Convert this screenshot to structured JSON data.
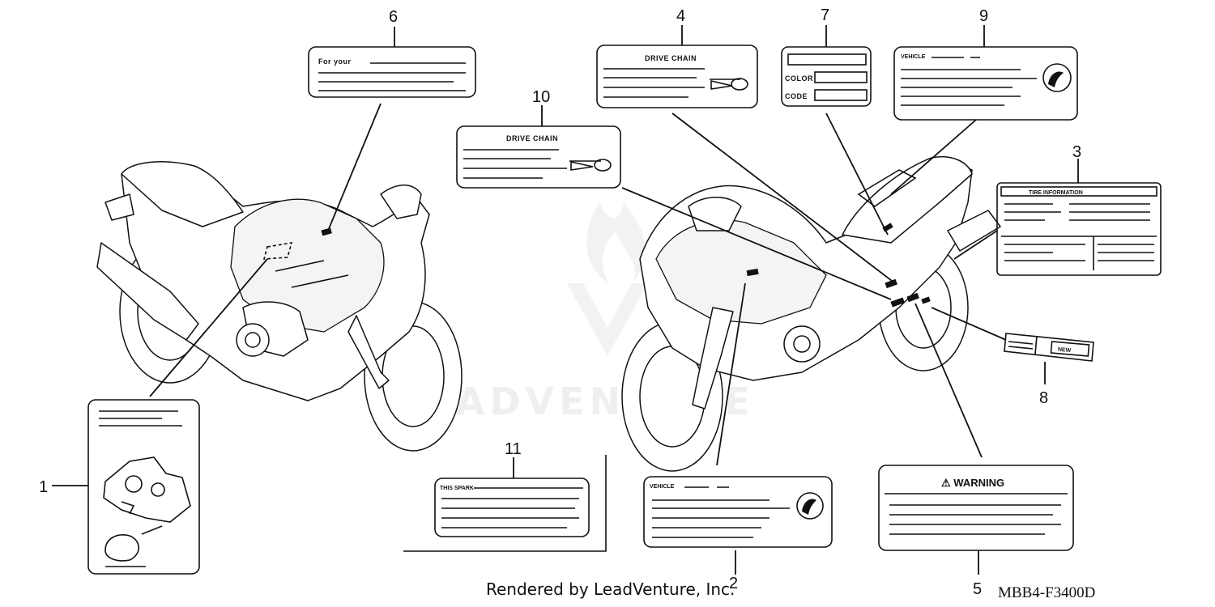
{
  "callouts": [
    "1",
    "2",
    "3",
    "4",
    "5",
    "6",
    "7",
    "8",
    "9",
    "10",
    "11"
  ],
  "labels": {
    "for_your": "For your",
    "drive_chain_4": "DRIVE CHAIN",
    "drive_chain_10": "DRIVE CHAIN",
    "color": "COLOR",
    "code": "CODE",
    "vehicle_9": "VEHICLE",
    "vehicle_2": "VEHICLE",
    "tire_information": "TIRE INFORMATION",
    "warning": "⚠ WARNING",
    "this_spark": "THIS SPARK",
    "new": "NEW"
  },
  "watermark": "LEADVENTURE",
  "credit": "Rendered by LeadVenture, Inc.",
  "diagram_code": "MBB4-F3400D"
}
